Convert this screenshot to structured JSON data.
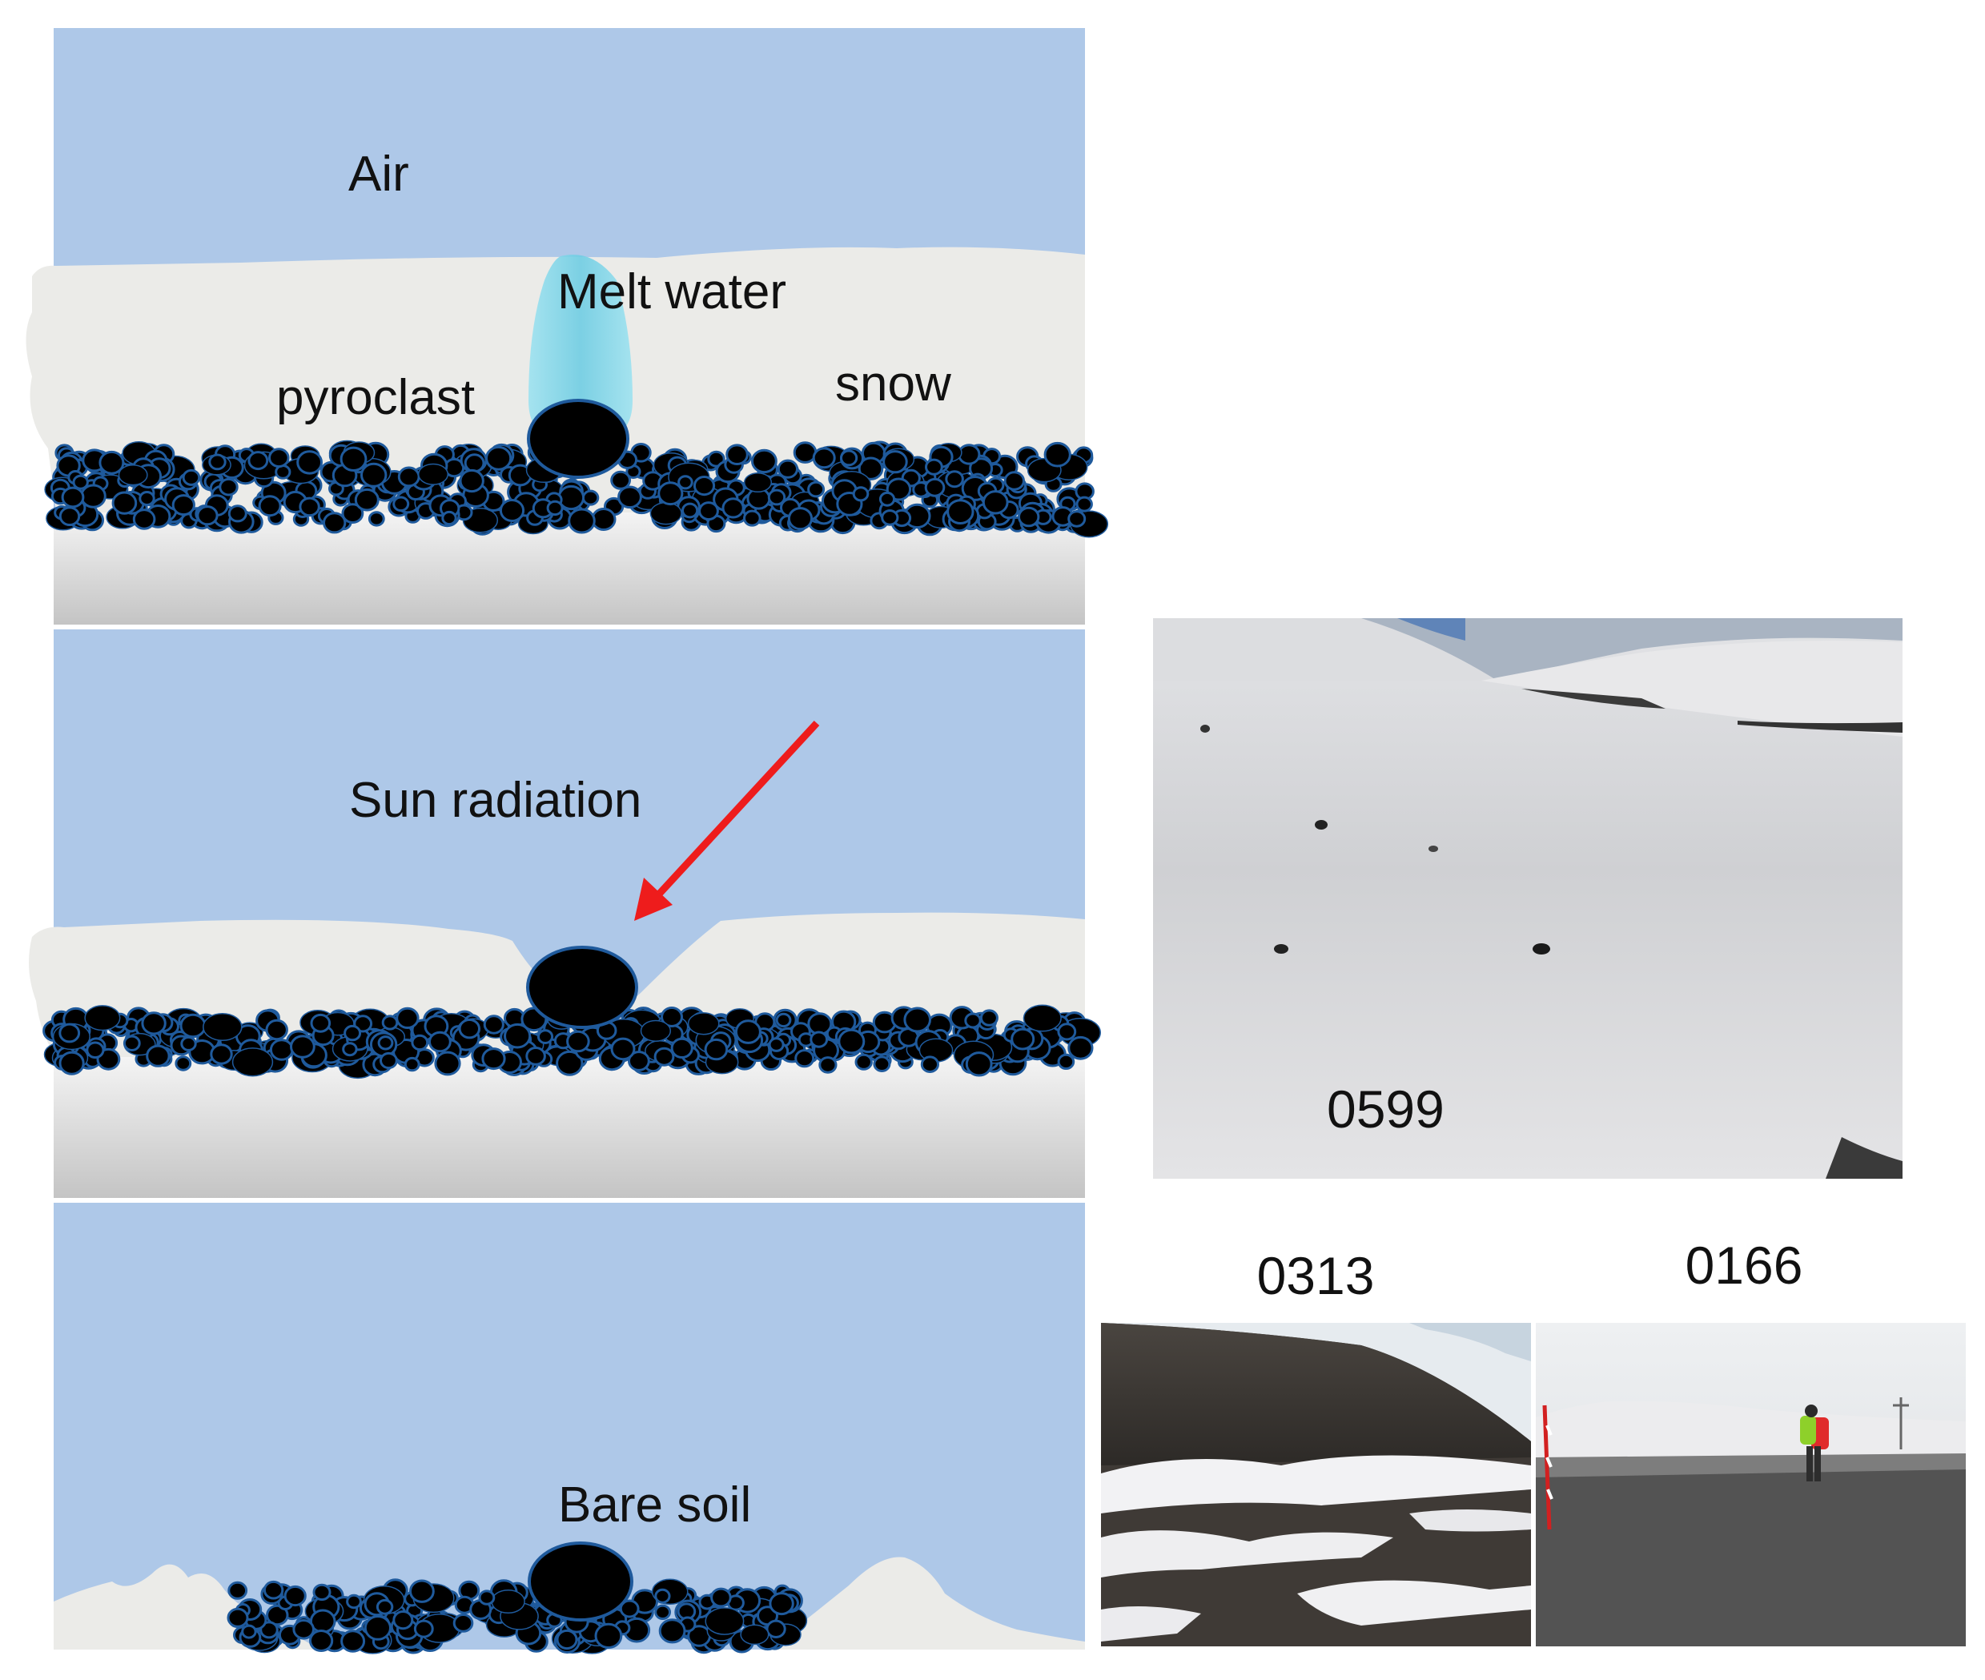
{
  "panels": {
    "top": {
      "air": "Air",
      "melt_water": "Melt water",
      "pyroclast": "pyroclast",
      "snow": "snow"
    },
    "middle": {
      "sun_radiation": "Sun radiation"
    },
    "bottom": {
      "bare_soil": "Bare soil"
    }
  },
  "photos": {
    "large": {
      "label": "0599"
    },
    "bottom_left": {
      "label": "0313"
    },
    "bottom_right": {
      "label": "0166"
    }
  },
  "colors": {
    "air": "#aec8e8",
    "snow": "#ebebe8",
    "ground_top": "#f2f2f2",
    "ground_bottom": "#c6c6c6",
    "pyroclast_fill": "#000000",
    "pyroclast_stroke": "#1f5a9c",
    "melt_water": "#7fd3e6",
    "arrow": "#ee1c1c",
    "divider": "#ffffff"
  },
  "icons": {
    "sun_arrow": "arrow-down-left-icon"
  }
}
